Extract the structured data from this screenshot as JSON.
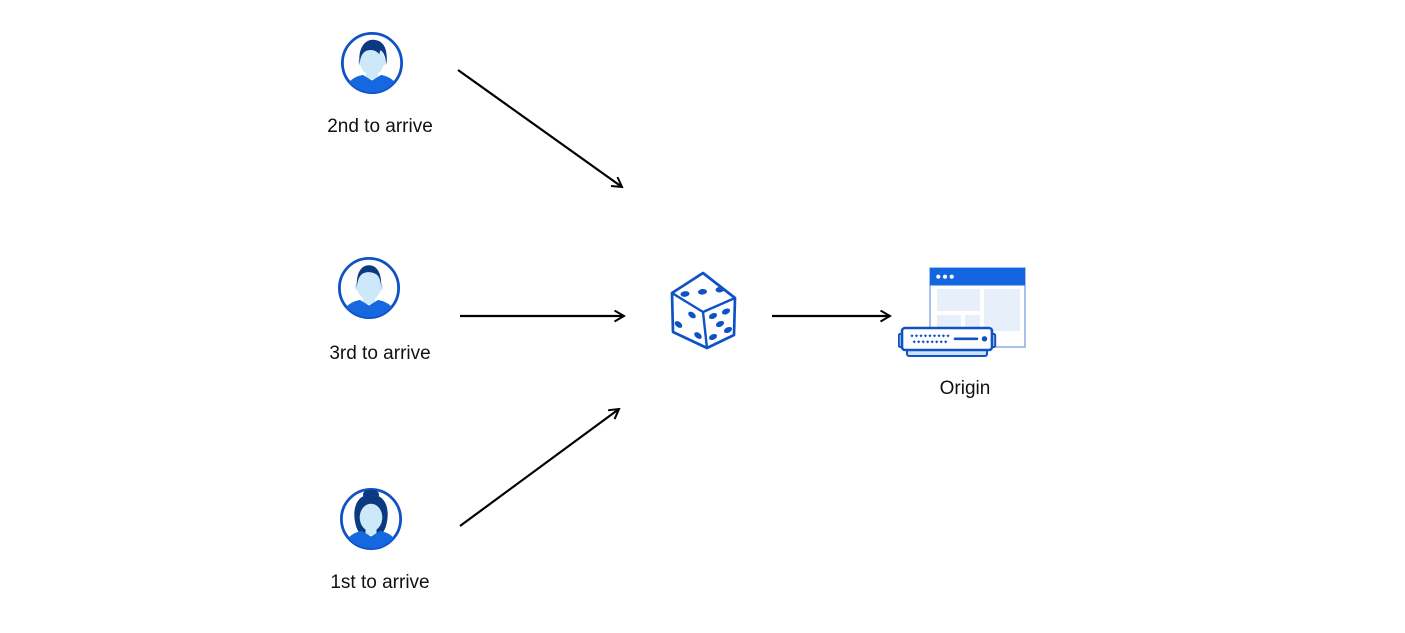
{
  "diagram": {
    "nodes": [
      {
        "id": "user-2nd",
        "type": "user",
        "icon": "user-avatar-icon",
        "label": "2nd to arrive"
      },
      {
        "id": "user-3rd",
        "type": "user",
        "icon": "user-avatar-icon",
        "label": "3rd to arrive"
      },
      {
        "id": "user-1st",
        "type": "user",
        "icon": "user-avatar-icon",
        "label": "1st to arrive"
      },
      {
        "id": "dice",
        "type": "random-selector",
        "icon": "dice-icon"
      },
      {
        "id": "origin",
        "type": "server",
        "icon": "browser-and-server-icon",
        "label": "Origin"
      }
    ],
    "edges": [
      {
        "from": "user-2nd",
        "to": "dice"
      },
      {
        "from": "user-3rd",
        "to": "dice"
      },
      {
        "from": "user-1st",
        "to": "dice"
      },
      {
        "from": "dice",
        "to": "origin"
      }
    ]
  },
  "colors": {
    "icon_blue": "#0f52c5",
    "icon_navy": "#0c3a80",
    "icon_sky": "#cde8f8",
    "shirt_blue": "#1668e0",
    "titlebar_blue": "#1466e0",
    "panel_blue": "#e7f0fa",
    "window_border": "#8fb2e6",
    "server_base": "#cfe3f8",
    "arrow_color": "#000000",
    "label_color": "#111111",
    "bg": "#ffffff"
  }
}
